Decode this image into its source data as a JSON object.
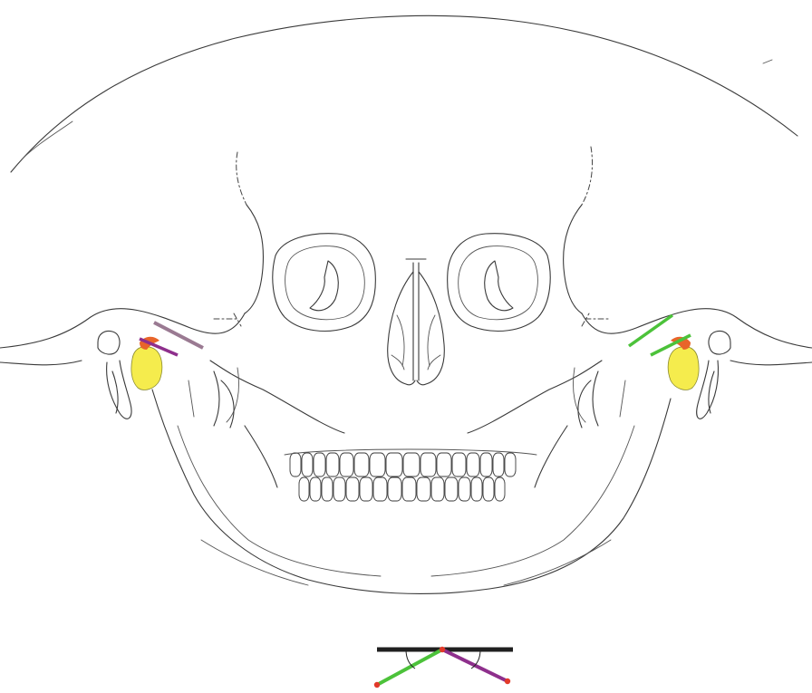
{
  "colors": {
    "background": "#ffffff",
    "outline": "#3a3a3a",
    "condyle_fill": "#f5ec4d",
    "articular_orange": "#e8652a",
    "line_purple": "#8e2f8c",
    "line_green": "#4cc23a",
    "line_mauve": "#9a7a92",
    "reference_line_black": "#1f1f1f",
    "point_red": "#e23a2a"
  },
  "left_joint": {
    "condyle": "yellow-condyle",
    "articular_disc": "orange-disc",
    "lines": [
      "mauve-reference-line",
      "purple-eminence-line"
    ]
  },
  "right_joint": {
    "condyle": "yellow-condyle",
    "articular_disc": "orange-disc",
    "lines": [
      "green-reference-line",
      "green-eminence-line"
    ]
  },
  "angle_diagram": {
    "horizontal_line": "black",
    "left_segment": "green",
    "right_segment": "purple",
    "points": "red"
  }
}
